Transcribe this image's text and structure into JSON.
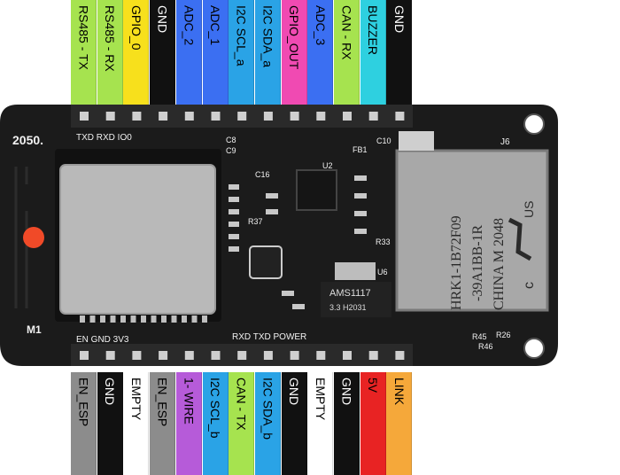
{
  "top_pins": [
    {
      "label": "RS485 - TX",
      "color": "#a6e34f",
      "text_color": "#000000"
    },
    {
      "label": "RS485 - RX",
      "color": "#a6e34f",
      "text_color": "#000000"
    },
    {
      "label": "GPIO_0",
      "color": "#f7e01c",
      "text_color": "#000000"
    },
    {
      "label": "GND",
      "color": "#111111",
      "text_color": "#ffffff"
    },
    {
      "label": "ADC_2",
      "color": "#3b6ff2",
      "text_color": "#000000"
    },
    {
      "label": "ADC_1",
      "color": "#3b6ff2",
      "text_color": "#000000"
    },
    {
      "label": "I2C SCL_a",
      "color": "#2aa3e6",
      "text_color": "#000000"
    },
    {
      "label": "I2C SDA_a",
      "color": "#2aa3e6",
      "text_color": "#000000"
    },
    {
      "label": "GPIO_OUT",
      "color": "#f04ab2",
      "text_color": "#000000"
    },
    {
      "label": "ADC_3",
      "color": "#3b6ff2",
      "text_color": "#000000"
    },
    {
      "label": "CAN - RX",
      "color": "#a6e34f",
      "text_color": "#000000"
    },
    {
      "label": "BUZZER",
      "color": "#2ed0e0",
      "text_color": "#000000"
    },
    {
      "label": "GND",
      "color": "#111111",
      "text_color": "#ffffff"
    }
  ],
  "bottom_pins": [
    {
      "label": "EN_ESP",
      "color": "#8c8c8c",
      "text_color": "#000000"
    },
    {
      "label": "GND",
      "color": "#111111",
      "text_color": "#ffffff"
    },
    {
      "label": "EMPTY",
      "color": "#ffffff",
      "text_color": "#000000"
    },
    {
      "label": "EN_ESP",
      "color": "#8c8c8c",
      "text_color": "#000000"
    },
    {
      "label": "1- WIRE",
      "color": "#b65bd9",
      "text_color": "#000000"
    },
    {
      "label": "I2C SCL_b",
      "color": "#2aa3e6",
      "text_color": "#000000"
    },
    {
      "label": "CAN - TX",
      "color": "#a6e34f",
      "text_color": "#000000"
    },
    {
      "label": "I2C SDA_b",
      "color": "#2aa3e6",
      "text_color": "#000000"
    },
    {
      "label": "GND",
      "color": "#111111",
      "text_color": "#ffffff"
    },
    {
      "label": "EMPTY",
      "color": "#ffffff",
      "text_color": "#000000"
    },
    {
      "label": "GND",
      "color": "#111111",
      "text_color": "#ffffff"
    },
    {
      "label": "5V",
      "color": "#e82323",
      "text_color": "#000000"
    },
    {
      "label": "LINK",
      "color": "#f5a83a",
      "text_color": "#000000"
    }
  ],
  "board": {
    "color": "#1a1a1a",
    "silkscreen_top": "TXD RXD IO0",
    "silkscreen_bottom": "EN GND 3V3",
    "silkscreen_leds": "RXD TXD POWER",
    "logo": "2050.",
    "module_label": "M1",
    "regulator_line1": "AMS1117",
    "regulator_line2": "3.3  H2031",
    "jack_id": "J6",
    "jack_text_1": "HRK1-1B72F09",
    "jack_text_2": "-39A1BB-1R",
    "jack_text_3": "CHINA  M 2048",
    "jack_mark": "US",
    "jack_mark_c": "c",
    "refs": [
      "C8",
      "C9",
      "C10",
      "FB1",
      "U2",
      "C16",
      "R37",
      "R33",
      "U6",
      "R26",
      "R45",
      "R46"
    ]
  }
}
